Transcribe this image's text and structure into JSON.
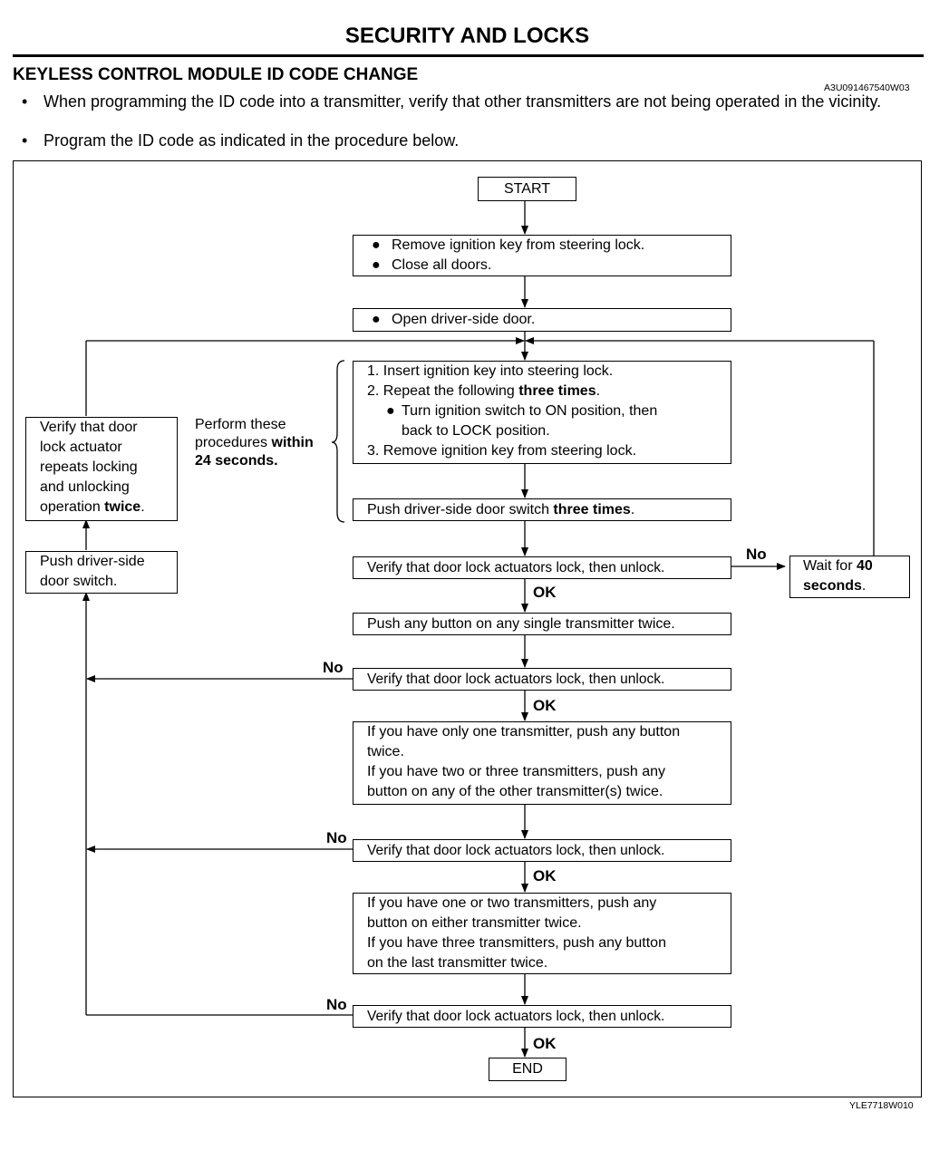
{
  "header": {
    "title": "SECURITY AND LOCKS"
  },
  "section": {
    "title": "KEYLESS CONTROL MODULE ID CODE CHANGE",
    "code": "A3U091467540W03",
    "bullets": [
      "When programming the ID code into a transmitter, verify that other transmitters are not being operated in the vicinity.",
      "Program the ID code as indicated in the procedure below."
    ]
  },
  "flow": {
    "start": "START",
    "end": "END",
    "step1": [
      "Remove ignition key from steering lock.",
      "Close all doors."
    ],
    "step2": "Open driver-side door.",
    "step3": {
      "l1": "1. Insert ignition key into steering lock.",
      "l2a": "2. Repeat the following ",
      "l2b": "three times",
      "l2c": ".",
      "l3": "Turn ignition switch to ON position, then",
      "l4": "back to LOCK position.",
      "l5": "3. Remove ignition key from steering lock."
    },
    "step4": {
      "a": "Push driver-side door switch ",
      "b": "three times",
      "c": "."
    },
    "check": "Verify that door lock actuators lock, then unlock.",
    "step5": "Push any button on any single transmitter twice.",
    "step6": [
      "If you have only one transmitter, push any button",
      "twice.",
      "If you have two or three transmitters, push any",
      "button on any of the other transmitter(s) twice."
    ],
    "step7": [
      "If you have one or two transmitters, push any",
      "button on either transmitter twice.",
      "If you have three transmitters, push any button",
      "on the last transmitter twice."
    ],
    "wait": {
      "a": "Wait for ",
      "b": "40",
      "c": "seconds",
      "d": "."
    },
    "verify_left": {
      "l1": "Verify that door",
      "l2": "lock actuator",
      "l3": "repeats locking",
      "l4": "and unlocking",
      "l5a": "operation ",
      "l5b": "twice",
      "l5c": "."
    },
    "push_left": [
      "Push driver-side",
      "door switch."
    ],
    "perform": {
      "l1": "Perform these",
      "l2a": "procedures ",
      "l2b": "within",
      "l3": "24 seconds."
    },
    "ok": "OK",
    "no": "No",
    "bullet_mark": "●"
  },
  "figure_code": "YLE7718W010"
}
